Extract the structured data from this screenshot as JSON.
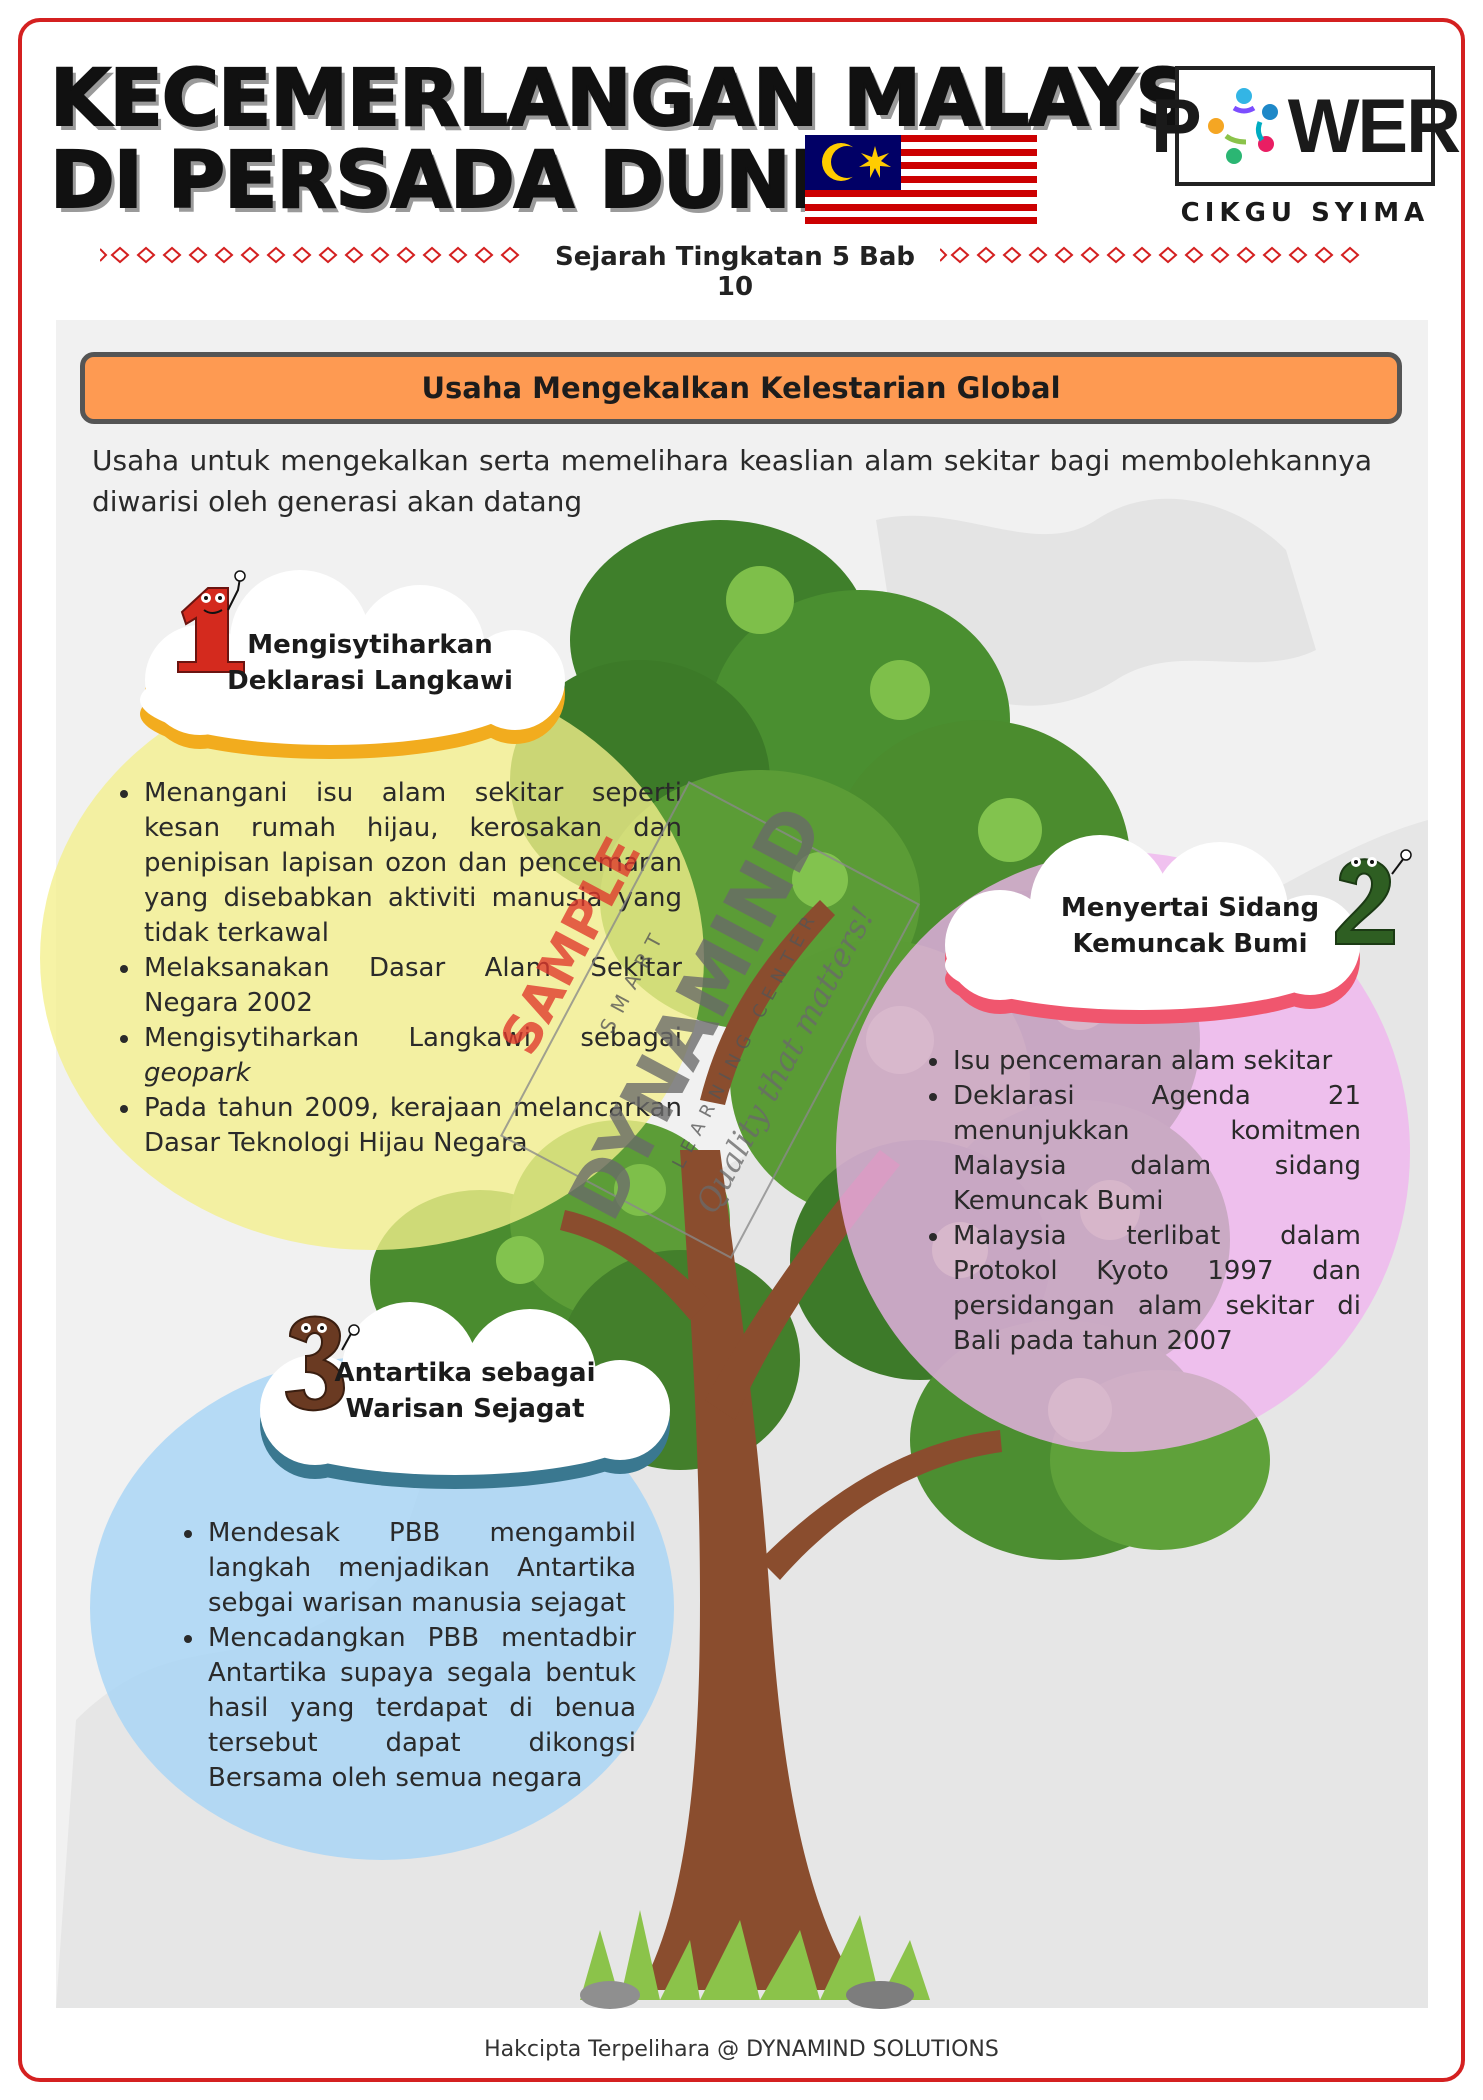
{
  "header": {
    "title_line1": "KECEMERLANGAN MALAYSIA",
    "title_line2": "DI PERSADA DUNIA",
    "logo_left": "P",
    "logo_right": "WER",
    "logo_caption": "CIKGU SYIMA",
    "subtitle": "Sejarah Tingkatan 5 Bab 10"
  },
  "section": {
    "banner": "Usaha Mengekalkan Kelestarian Global",
    "intro": "Usaha untuk mengekalkan serta memelihara keaslian alam sekitar bagi membolehkannya diwarisi oleh generasi akan datang"
  },
  "points": [
    {
      "number": "1",
      "title_line1": "Mengisytiharkan",
      "title_line2": "Deklarasi Langkawi",
      "bullets": [
        "Menangani isu alam sekitar seperti kesan rumah hijau, kerosakan dan penipisan lapisan ozon dan pencemaran yang disebabkan aktiviti manusia yang tidak terkawal",
        "Melaksanakan Dasar Alam Sekitar Negara 2002",
        "Mengisytiharkan Langkawi sebagai",
        "Pada tahun 2009, kerajaan melancarkan Dasar Teknologi Hijau Negara"
      ],
      "bullet3_italic": "geopark"
    },
    {
      "number": "2",
      "title_line1": "Menyertai Sidang",
      "title_line2": "Kemuncak Bumi",
      "bullets": [
        "Isu pencemaran alam sekitar",
        "Deklarasi Agenda 21 menunjukkan komitmen Malaysia dalam sidang Kemuncak Bumi",
        "Malaysia terlibat dalam Protokol Kyoto 1997 dan persidangan alam sekitar di Bali pada tahun 2007"
      ]
    },
    {
      "number": "3",
      "title_line1": "Antartika sebagai",
      "title_line2": "Warisan Sejagat",
      "bullets": [
        "Mendesak PBB mengambil langkah menjadikan Antartika sebgai warisan manusia sejagat",
        "Mencadangkan PBB mentadbir Antartika supaya segala bentuk hasil yang terdapat di benua tersebut dapat dikongsi Bersama oleh semua negara"
      ]
    }
  ],
  "watermark": {
    "sample": "SAMPLE",
    "brand": "DYNAMIND",
    "top_text": "SMART",
    "mid_text": "LEARNING CENTER",
    "tagline": "Quality that matters!"
  },
  "footer": "Hakcipta Terpelihara @ DYNAMIND SOLUTIONS",
  "colors": {
    "frame": "#d42020",
    "banner": "#fe9a52",
    "yellow_blob": "#f4f08c",
    "pink_blob": "#efb4ee",
    "blue_blob": "#a6d4f6",
    "cloud1_shadow": "#f2ac1e",
    "cloud2_shadow": "#f0566e",
    "cloud3_shadow": "#3a7890",
    "watermark": "#e0382c"
  }
}
